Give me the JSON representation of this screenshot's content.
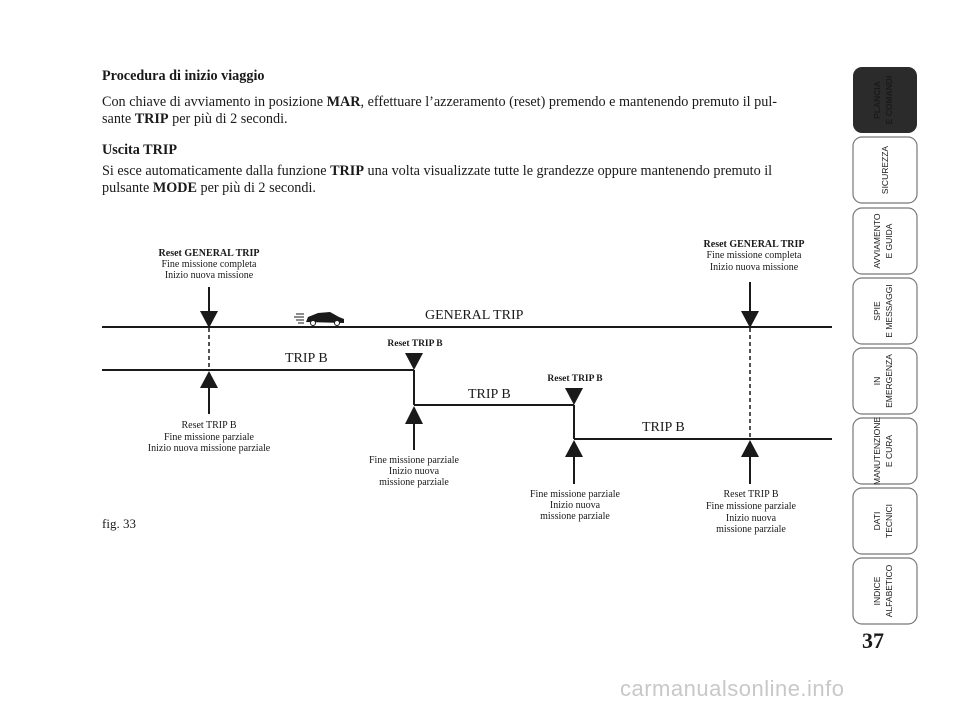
{
  "content": {
    "heading1": "Procedura di inizio viaggio",
    "para1": {
      "before": "Con chiave di avviamento in posizione ",
      "bold1": "MAR",
      "mid": ", effettuare l’azzeramento (reset) premendo e mantenendo premuto il pul-",
      "line2_pre": "sante ",
      "bold2": "TRIP",
      "after": " per più di 2 secondi."
    },
    "heading2": "Uscita TRIP",
    "para2": {
      "before": "Si esce automaticamente dalla funzione ",
      "bold1": "TRIP",
      "mid": " una volta visualizzate tutte le grandezze oppure mantenendo premuto il",
      "line2_pre": "pulsante ",
      "bold2": "MODE",
      "after": " per più di 2 secondi."
    }
  },
  "diagram": {
    "general_trip_label": "GENERAL TRIP",
    "trip_b_label": "TRIP B",
    "reset_general_trip": "Reset GENERAL TRIP",
    "fine_missione_completa": "Fine missione completa",
    "inizio_nuova_missione": "Inizio nuova missione",
    "reset_trip_b_bold": "Reset TRIP B",
    "reset_trip_b": "Reset TRIP B",
    "fine_missione_parziale": "Fine missione parziale",
    "inizio_nuova_missione_parziale": "Inizio nuova missione parziale",
    "inizio_nuova": "Inizio nuova",
    "missione_parziale": "missione parziale"
  },
  "figure_label": "fig. 33",
  "page_number": "37",
  "side_tabs": [
    {
      "line1": "PLANCIA",
      "line2": "E COMANDI",
      "active": true
    },
    {
      "line1": "SICUREZZA",
      "line2": "",
      "active": false
    },
    {
      "line1": "AVVIAMENTO",
      "line2": "E GUIDA",
      "active": false
    },
    {
      "line1": "SPIE",
      "line2": "E MESSAGGI",
      "active": false
    },
    {
      "line1": "IN",
      "line2": "EMERGENZA",
      "active": false
    },
    {
      "line1": "MANUTENZIONE",
      "line2": "E CURA",
      "active": false
    },
    {
      "line1": "DATI",
      "line2": "TECNICI",
      "active": false
    },
    {
      "line1": "INDICE",
      "line2": "ALFABETICO",
      "active": false
    }
  ],
  "watermark": "carmanualsonline.info",
  "colors": {
    "tab_active": "#2b2b2b",
    "tab_border": "#777777",
    "text": "#1a1a1a"
  }
}
